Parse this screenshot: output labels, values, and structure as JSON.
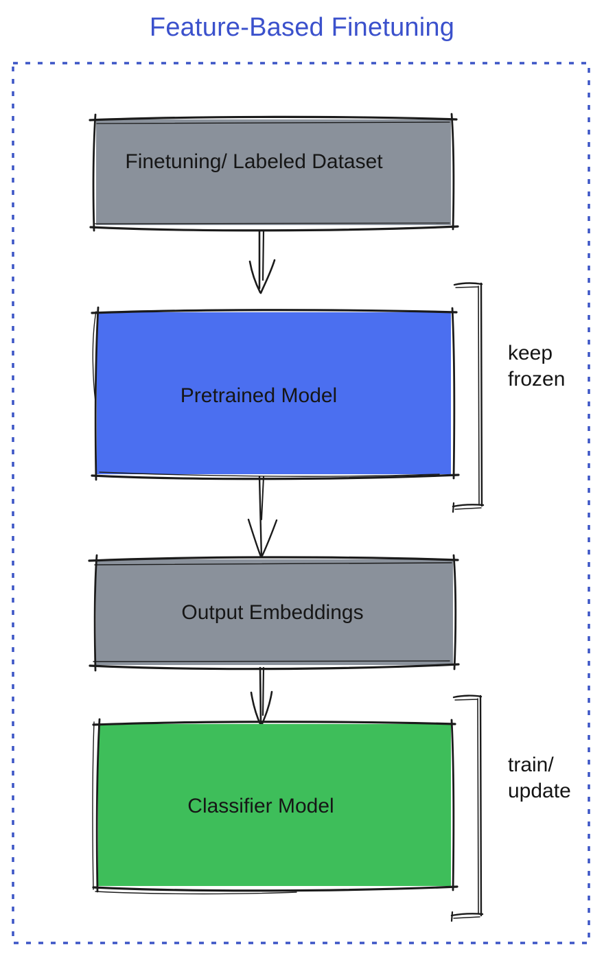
{
  "title": {
    "text": "Feature-Based Finetuning"
  },
  "colors": {
    "title_blue": "#3b51cc",
    "dotted_border_blue": "#3c55c6",
    "sketch_ink": "#1b1b1b",
    "node_gray": "#8a919b",
    "node_blue": "#4b6ff0",
    "node_green": "#3ebe5a"
  },
  "nodes": {
    "dataset": {
      "label": "Finetuning/ Labeled Dataset",
      "fill": "#8a919b"
    },
    "pretrained": {
      "label": "Pretrained Model",
      "fill": "#4b6ff0"
    },
    "embeddings": {
      "label": "Output Embeddings",
      "fill": "#8a919b"
    },
    "classifier": {
      "label": "Classifier Model",
      "fill": "#3ebe5a"
    }
  },
  "annotations": {
    "keep_frozen": {
      "target": "pretrained",
      "lines": [
        "keep",
        "frozen"
      ]
    },
    "train_update": {
      "target": "classifier",
      "lines": [
        "train/",
        "update"
      ]
    }
  },
  "structure": {
    "flow": [
      {
        "from": "dataset",
        "to": "pretrained"
      },
      {
        "from": "pretrained",
        "to": "embeddings"
      },
      {
        "from": "embeddings",
        "to": "classifier"
      }
    ]
  }
}
